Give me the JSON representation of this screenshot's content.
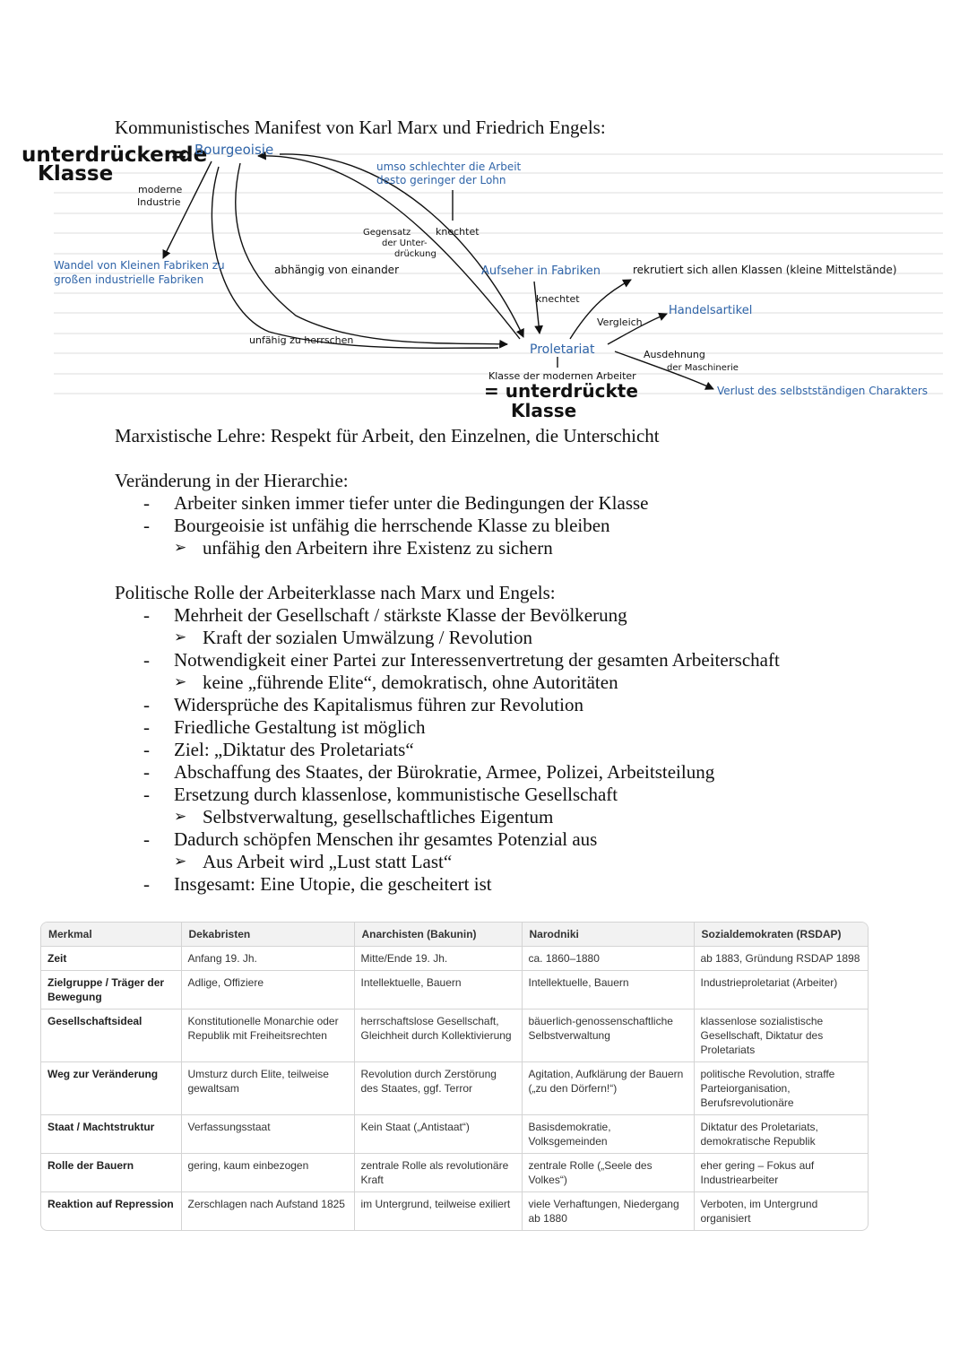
{
  "title": "Kommunistisches Manifest von Karl Marx und Friedrich Engels:",
  "diagram": {
    "oppressing_1": "unterdrückende",
    "oppressing_2": "Klasse",
    "equals": "=",
    "bourgeoisie": "Bourgeoisie",
    "industry_1": "moderne",
    "industry_2": "Industrie",
    "change_1": "Wandel von Kleinen Fabriken zu",
    "change_2": "großen industrielle Fabriken",
    "wage_1": "umso schlechter die Arbeit",
    "wage_2": "desto geringer der Lohn",
    "enslaves_top": "knechtet",
    "contrast_1": "Gegensatz",
    "contrast_2": "der Unter-",
    "contrast_3": "drückung",
    "dependent": "abhängig von einander",
    "supervisor": "Aufseher in Fabriken",
    "recruits": "rekrutiert sich allen Klassen (kleine Mittelstände)",
    "enslaves_mid": "knechtet",
    "comparison": "Vergleich",
    "trade_article": "Handelsartikel",
    "unable_rule": "unfähig zu herrschen",
    "proletariat": "Proletariat",
    "expansion_1": "Ausdehnung",
    "expansion_2": "der Maschinerie",
    "modern_workers": "Klasse der modernen Arbeiter",
    "oppressed_1": "= unterdrückte",
    "oppressed_2": "Klasse",
    "loss": "Verlust des selbstständigen Charakters"
  },
  "lehre": "Marxistische Lehre: Respekt für Arbeit, den Einzelnen, die Unterschicht",
  "hierarchie": {
    "heading": "Veränderung in der Hierarchie:",
    "items": [
      "Arbeiter sinken immer tiefer unter die Bedingungen der Klasse",
      "Bourgeoisie ist unfähig die herrschende Klasse zu bleiben",
      "unfähig den Arbeitern ihre Existenz zu sichern"
    ]
  },
  "rolle": {
    "heading": "Politische Rolle der Arbeiterklasse nach Marx und Engels:",
    "items": [
      "Mehrheit der Gesellschaft / stärkste Klasse der Bevölkerung",
      "Kraft der sozialen Umwälzung / Revolution",
      "Notwendigkeit einer Partei zur Interessenvertretung der gesamten Arbeiterschaft",
      "keine „führende Elite“, demokratisch, ohne Autoritäten",
      "Widersprüche des Kapitalismus führen zur Revolution",
      "Friedliche Gestaltung ist möglich",
      "Ziel: „Diktatur des Proletariats“",
      "Abschaffung des Staates, der Bürokratie, Armee, Polizei, Arbeitsteilung",
      "Ersetzung durch klassenlose, kommunistische Gesellschaft",
      "Selbstverwaltung, gesellschaftliches Eigentum",
      "Dadurch schöpfen Menschen ihr gesamtes Potenzial aus",
      "Aus Arbeit wird „Lust statt Last“",
      "Insgesamt: Eine Utopie, die gescheitert ist"
    ]
  },
  "table": {
    "headers": [
      "Merkmal",
      "Dekabristen",
      "Anarchisten (Bakunin)",
      "Narodniki",
      "Sozialdemokraten (RSDAP)"
    ],
    "rows": [
      [
        "Zeit",
        "Anfang 19. Jh.",
        "Mitte/Ende 19. Jh.",
        "ca. 1860–1880",
        "ab 1883, Gründung RSDAP 1898"
      ],
      [
        "Zielgruppe / Träger der Bewegung",
        "Adlige, Offiziere",
        "Intellektuelle, Bauern",
        "Intellektuelle, Bauern",
        "Industrieproletariat (Arbeiter)"
      ],
      [
        "Gesellschaftsideal",
        "Konstitutionelle Monarchie oder Republik mit Freiheitsrechten",
        "herrschaftslose Gesellschaft, Gleichheit durch Kollektivierung",
        "bäuerlich-genossenschaftliche Selbstverwaltung",
        "klassenlose sozialistische Gesellschaft, Diktatur des Proletariats"
      ],
      [
        "Weg zur Veränderung",
        "Umsturz durch Elite, teilweise gewaltsam",
        "Revolution durch Zerstörung des Staates, ggf. Terror",
        "Agitation, Aufklärung der Bauern („zu den Dörfern!“)",
        "politische Revolution, straffe Parteiorganisation, Berufsrevolutionäre"
      ],
      [
        "Staat / Machtstruktur",
        "Verfassungsstaat",
        "Kein Staat („Antistaat“)",
        "Basisdemokratie, Volksgemeinden",
        "Diktatur des Proletariats, demokratische Republik"
      ],
      [
        "Rolle der Bauern",
        "gering, kaum einbezogen",
        "zentrale Rolle als revolutionäre Kraft",
        "zentrale Rolle („Seele des Volkes“)",
        "eher gering – Fokus auf Industriearbeiter"
      ],
      [
        "Reaktion auf Repression",
        "Zerschlagen nach Aufstand 1825",
        "im Untergrund, teilweise exiliert",
        "viele Verhaftungen, Niedergang ab 1880",
        "Verboten, im Untergrund organisiert"
      ]
    ]
  },
  "colors": {
    "ink": "#111111",
    "blue": "#2f64a8",
    "rule": "#dcdcdc"
  }
}
